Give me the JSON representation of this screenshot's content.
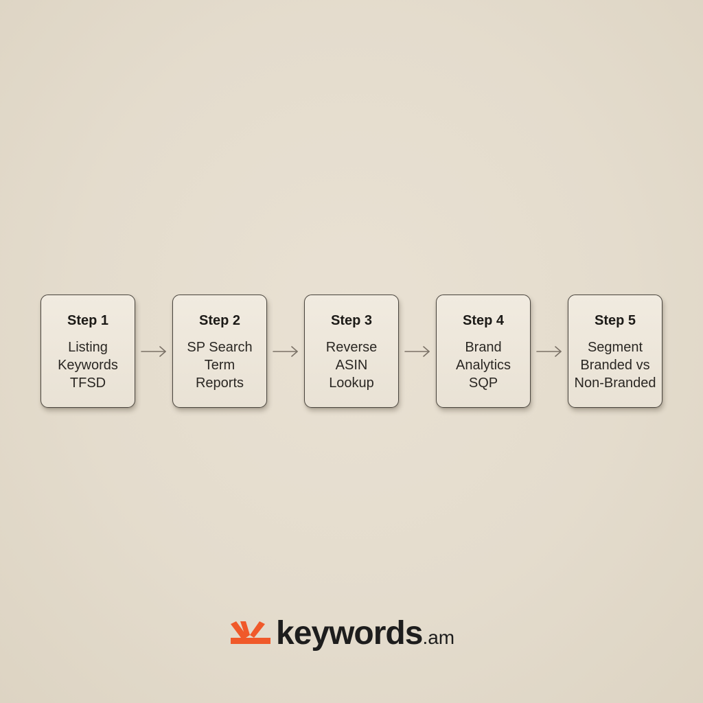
{
  "steps": [
    {
      "title": "Step 1",
      "lines": [
        "Listing",
        "Keywords",
        "TFSD"
      ]
    },
    {
      "title": "Step 2",
      "lines": [
        "SP Search",
        "Term",
        "Reports"
      ]
    },
    {
      "title": "Step 3",
      "lines": [
        "Reverse",
        "ASIN",
        "Lookup"
      ]
    },
    {
      "title": "Step 4",
      "lines": [
        "Brand",
        "Analytics",
        "SQP"
      ]
    },
    {
      "title": "Step 5",
      "lines": [
        "Segment",
        "Branded vs",
        "Non-Branded"
      ]
    }
  ],
  "brand": {
    "name": "keywords",
    "tld": ".am",
    "accent_color": "#f0592a",
    "text_color": "#1d1d1d"
  },
  "colors": {
    "background": "#e4dccd",
    "card_fill": "#eee7db",
    "card_border": "#4a453e",
    "arrow": "#7a7166"
  }
}
